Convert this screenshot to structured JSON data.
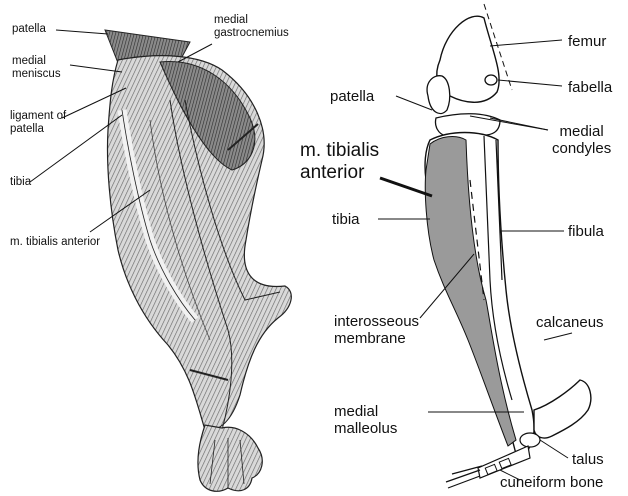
{
  "left_figure": {
    "labels": {
      "patella": "patella",
      "medial_gastrocnemius": "medial\ngastrocnemius",
      "medial_meniscus": "medial\nmeniscus",
      "ligament_of_patella": "ligament of\npatella",
      "tibia": "tibia",
      "m_tibialis_anterior": "m. tibialis anterior"
    }
  },
  "right_figure": {
    "labels": {
      "femur": "femur",
      "fabella": "fabella",
      "patella": "patella",
      "medial_condyles": "medial\ncondyles",
      "m_tibialis_anterior": "m. tibialis\nanterior",
      "tibia": "tibia",
      "fibula": "fibula",
      "interosseous_membrane": "interosseous\nmembrane",
      "calcaneus": "calcaneus",
      "medial_malleolus": "medial\nmalleolus",
      "talus": "talus",
      "cuneiform_bone": "cuneiform bone"
    }
  },
  "colors": {
    "ink": "#111111",
    "muscle_shade": "#9a9a9a",
    "bone_fill": "#ffffff"
  }
}
